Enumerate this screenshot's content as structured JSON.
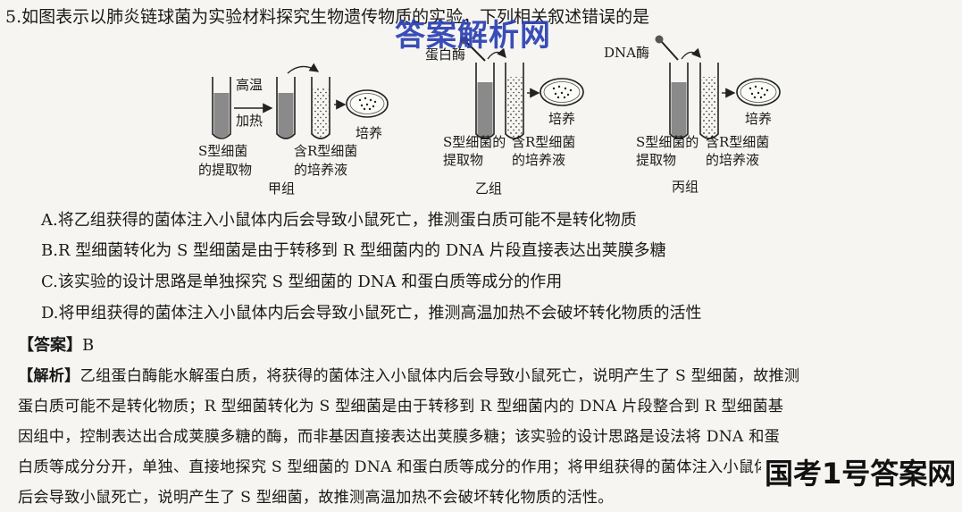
{
  "watermark_top": "答案解析网",
  "watermark_bottom": "国考1号答案网",
  "question": {
    "stem": "5.如图表示以肺炎链球菌为实验材料探究生物遗传物质的实验，下列相关叙述错误的是"
  },
  "diagram": {
    "group_jia": {
      "arrow_label_1": "高温",
      "arrow_label_2": "加热",
      "tube1_label_1": "S型细菌",
      "tube1_label_2": "的提取物",
      "tube2_label_1": "含R型细菌",
      "tube2_label_2": "的培养液",
      "culture_label": "培养",
      "group_name": "甲组"
    },
    "group_yi": {
      "enzyme": "蛋白酶",
      "tube1_label_1": "S型细菌的",
      "tube1_label_2": "提取物",
      "tube2_label_1": "含R型细菌",
      "tube2_label_2": "的培养液",
      "culture_label": "培养",
      "group_name": "乙组"
    },
    "group_bing": {
      "enzyme": "DNA酶",
      "tube1_label_1": "S型细菌的",
      "tube1_label_2": "提取物",
      "tube2_label_1": "含R型细菌",
      "tube2_label_2": "的培养液",
      "culture_label": "培养",
      "group_name": "丙组"
    }
  },
  "options": [
    {
      "text": "A.将乙组获得的菌体注入小鼠体内后会导致小鼠死亡，推测蛋白质可能不是转化物质"
    },
    {
      "text": "B.R 型细菌转化为 S 型细菌是由于转移到 R 型细菌内的 DNA 片段直接表达出荚膜多糖"
    },
    {
      "text": "C.该实验的设计思路是单独探究 S 型细菌的 DNA 和蛋白质等成分的作用"
    },
    {
      "text": "D.将甲组获得的菌体注入小鼠体内后会导致小鼠死亡，推测高温加热不会破坏转化物质的活性"
    }
  ],
  "answer": {
    "label": "【答案】",
    "value": "B"
  },
  "explanation": {
    "label": "【解析】",
    "lines": [
      "乙组蛋白酶能水解蛋白质，将获得的菌体注入小鼠体内后会导致小鼠死亡，说明产生了 S 型细菌，故推测",
      "蛋白质可能不是转化物质；R 型细菌转化为 S 型细菌是由于转移到 R 型细菌内的 DNA 片段整合到 R 型细菌基",
      "因组中，控制表达出合成荚膜多糖的酶，而非基因直接表达出荚膜多糖；该实验的设计思路是设法将 DNA 和蛋",
      "白质等成分分开，单独、直接地探究 S 型细菌的 DNA 和蛋白质等成分的作用；将甲组获得的菌体注入小鼠体内",
      "后会导致小鼠死亡，说明产生了 S 型细菌，故推测高温加热不会破坏转化物质的活性。"
    ]
  }
}
